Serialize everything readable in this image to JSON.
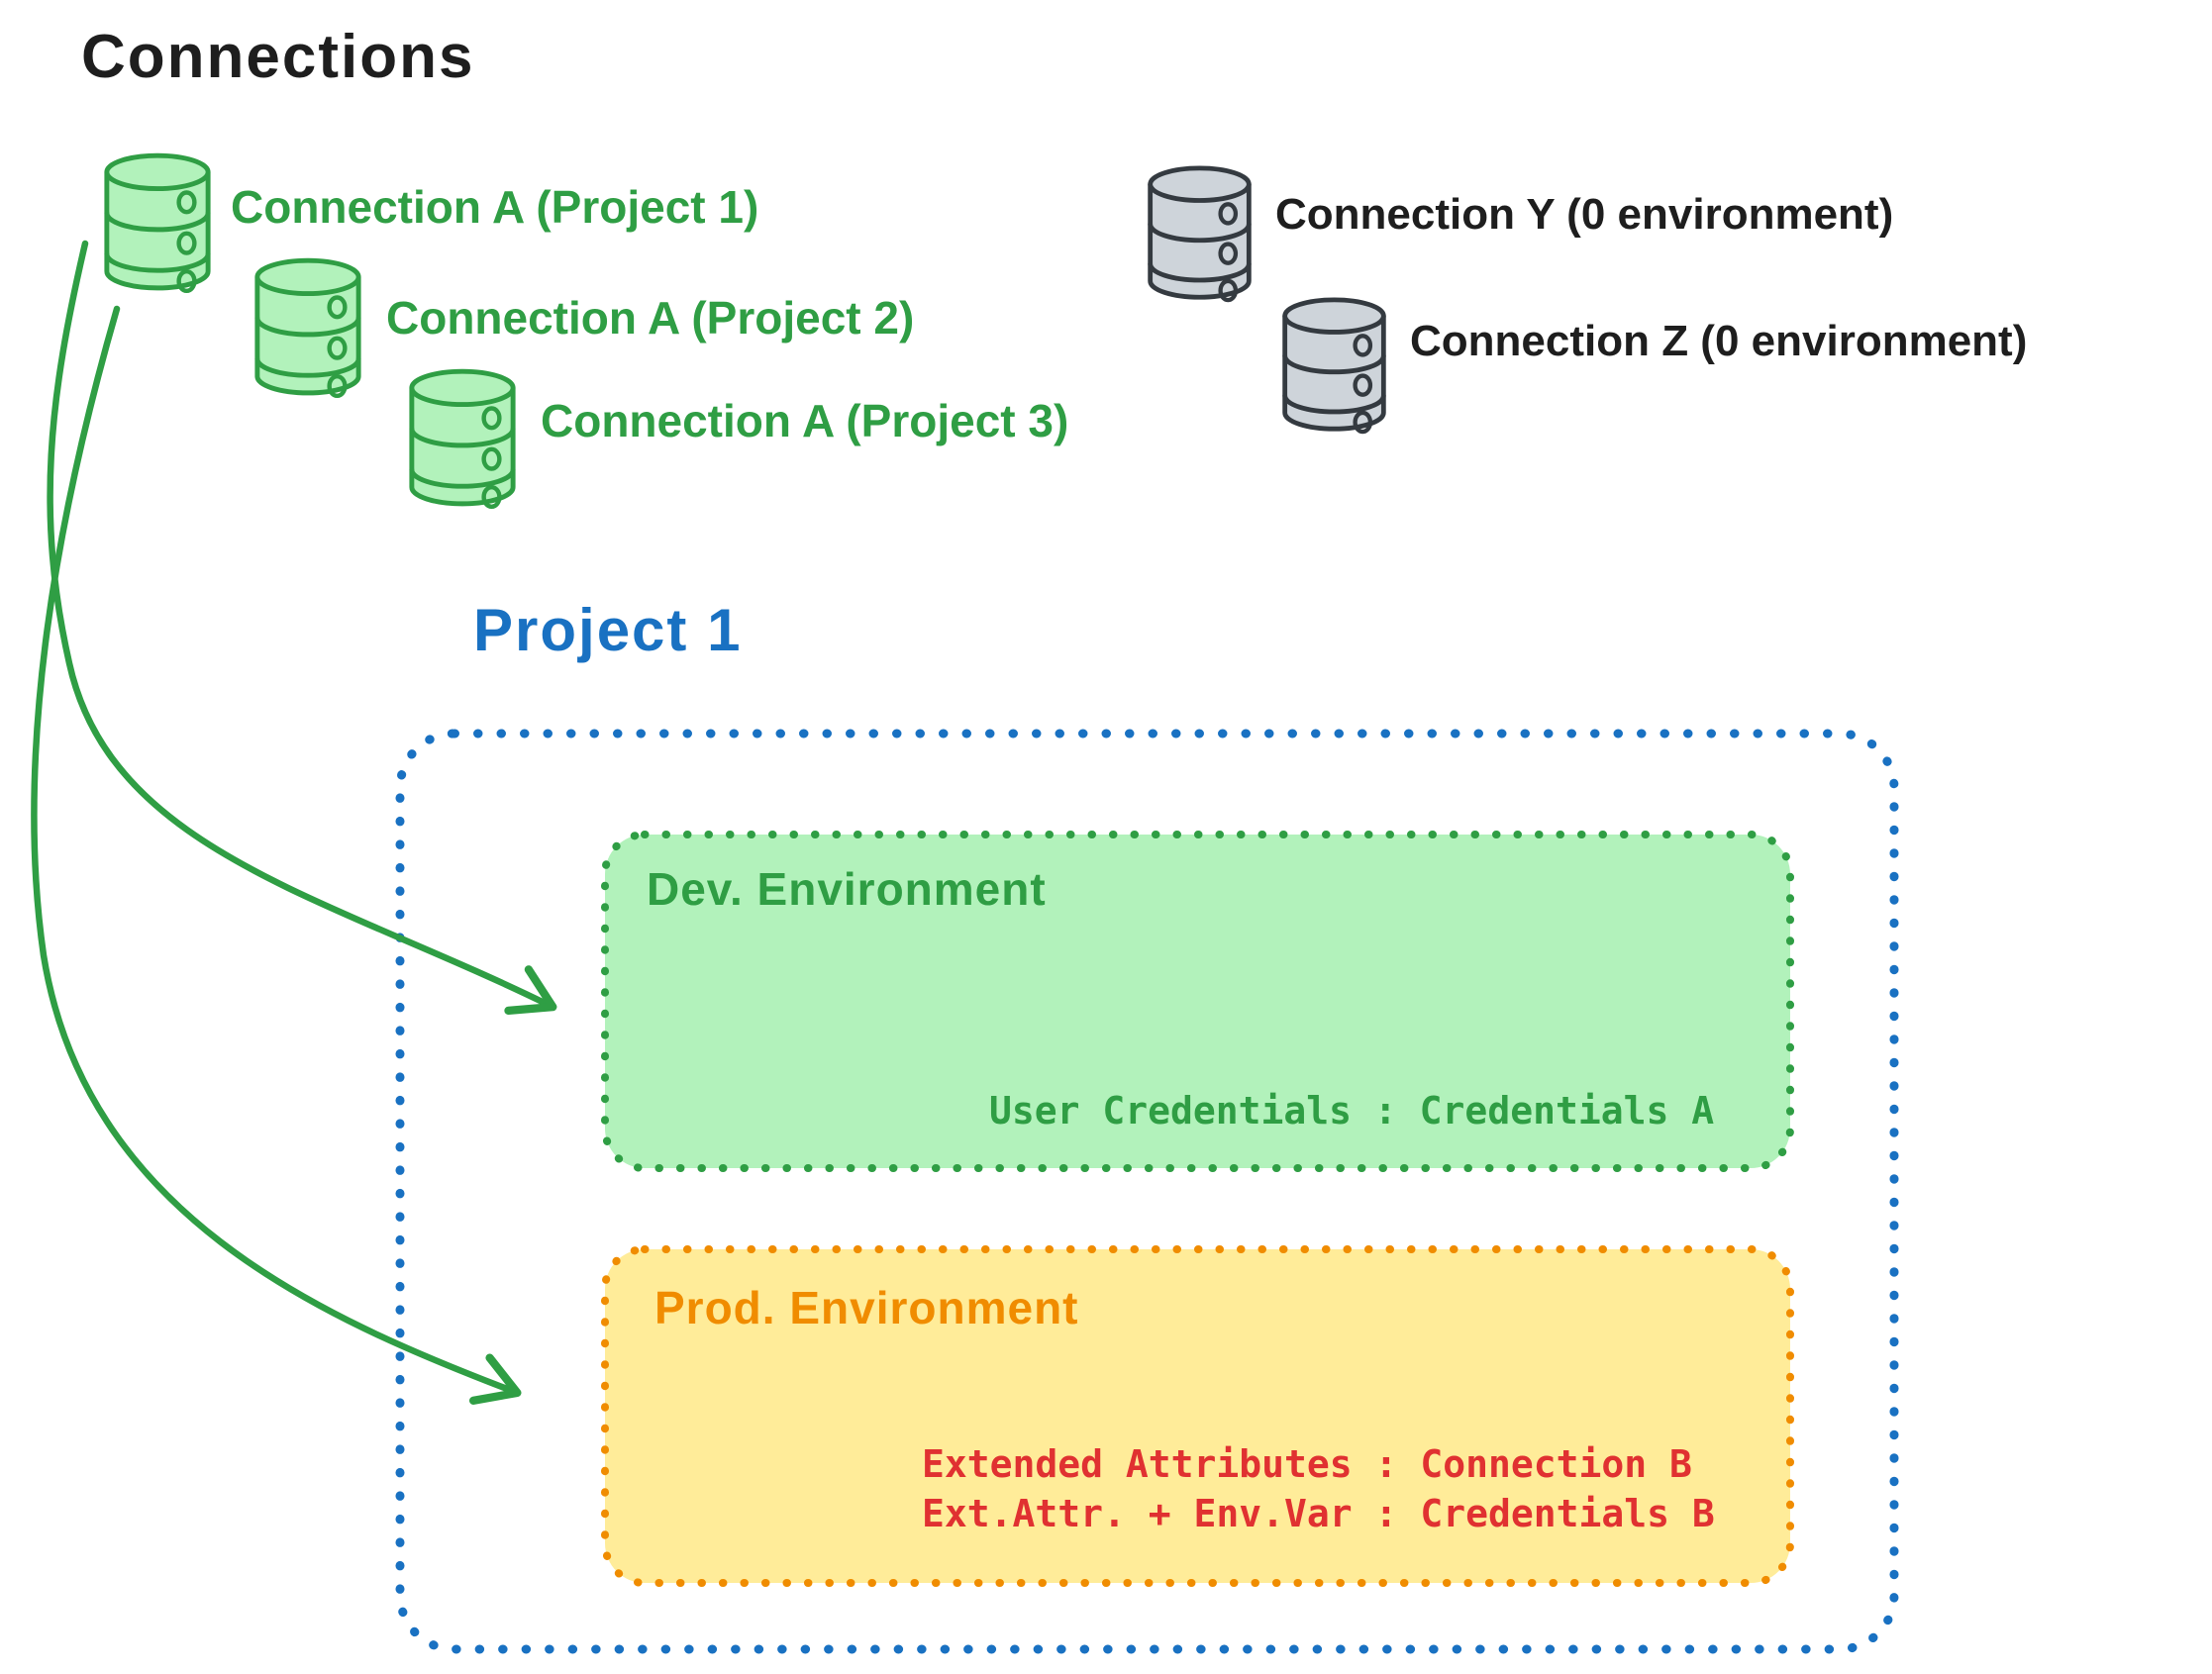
{
  "title": "Connections",
  "connections": {
    "project_scoped": [
      {
        "label": "Connection A (Project 1)"
      },
      {
        "label": "Connection A (Project 2)"
      },
      {
        "label": "Connection A (Project 3)"
      }
    ],
    "unassigned": [
      {
        "label": "Connection Y (0 environment)"
      },
      {
        "label": "Connection Z (0 environment)"
      }
    ]
  },
  "project": {
    "title": "Project 1",
    "dev": {
      "name": "Dev. Environment",
      "mappings": [
        "User Credentials : Credentials A"
      ]
    },
    "prod": {
      "name": "Prod. Environment",
      "mappings": [
        "Extended Attributes : Connection B",
        "Ext.Attr. + Env.Var : Credentials B"
      ]
    }
  },
  "icons": {
    "green_database": "database-cylinder-icon",
    "gray_database": "database-cylinder-icon",
    "arrow": "curved-arrow"
  },
  "colors": {
    "ink": "#1e1e1e",
    "green": "#2f9e44",
    "green_fill": "#b2f2bb",
    "gray": "#343a40",
    "gray_fill": "#ced4da",
    "blue": "#1971c2",
    "orange": "#f08c00",
    "yellow_fill": "#ffec99",
    "red": "#e03131"
  }
}
